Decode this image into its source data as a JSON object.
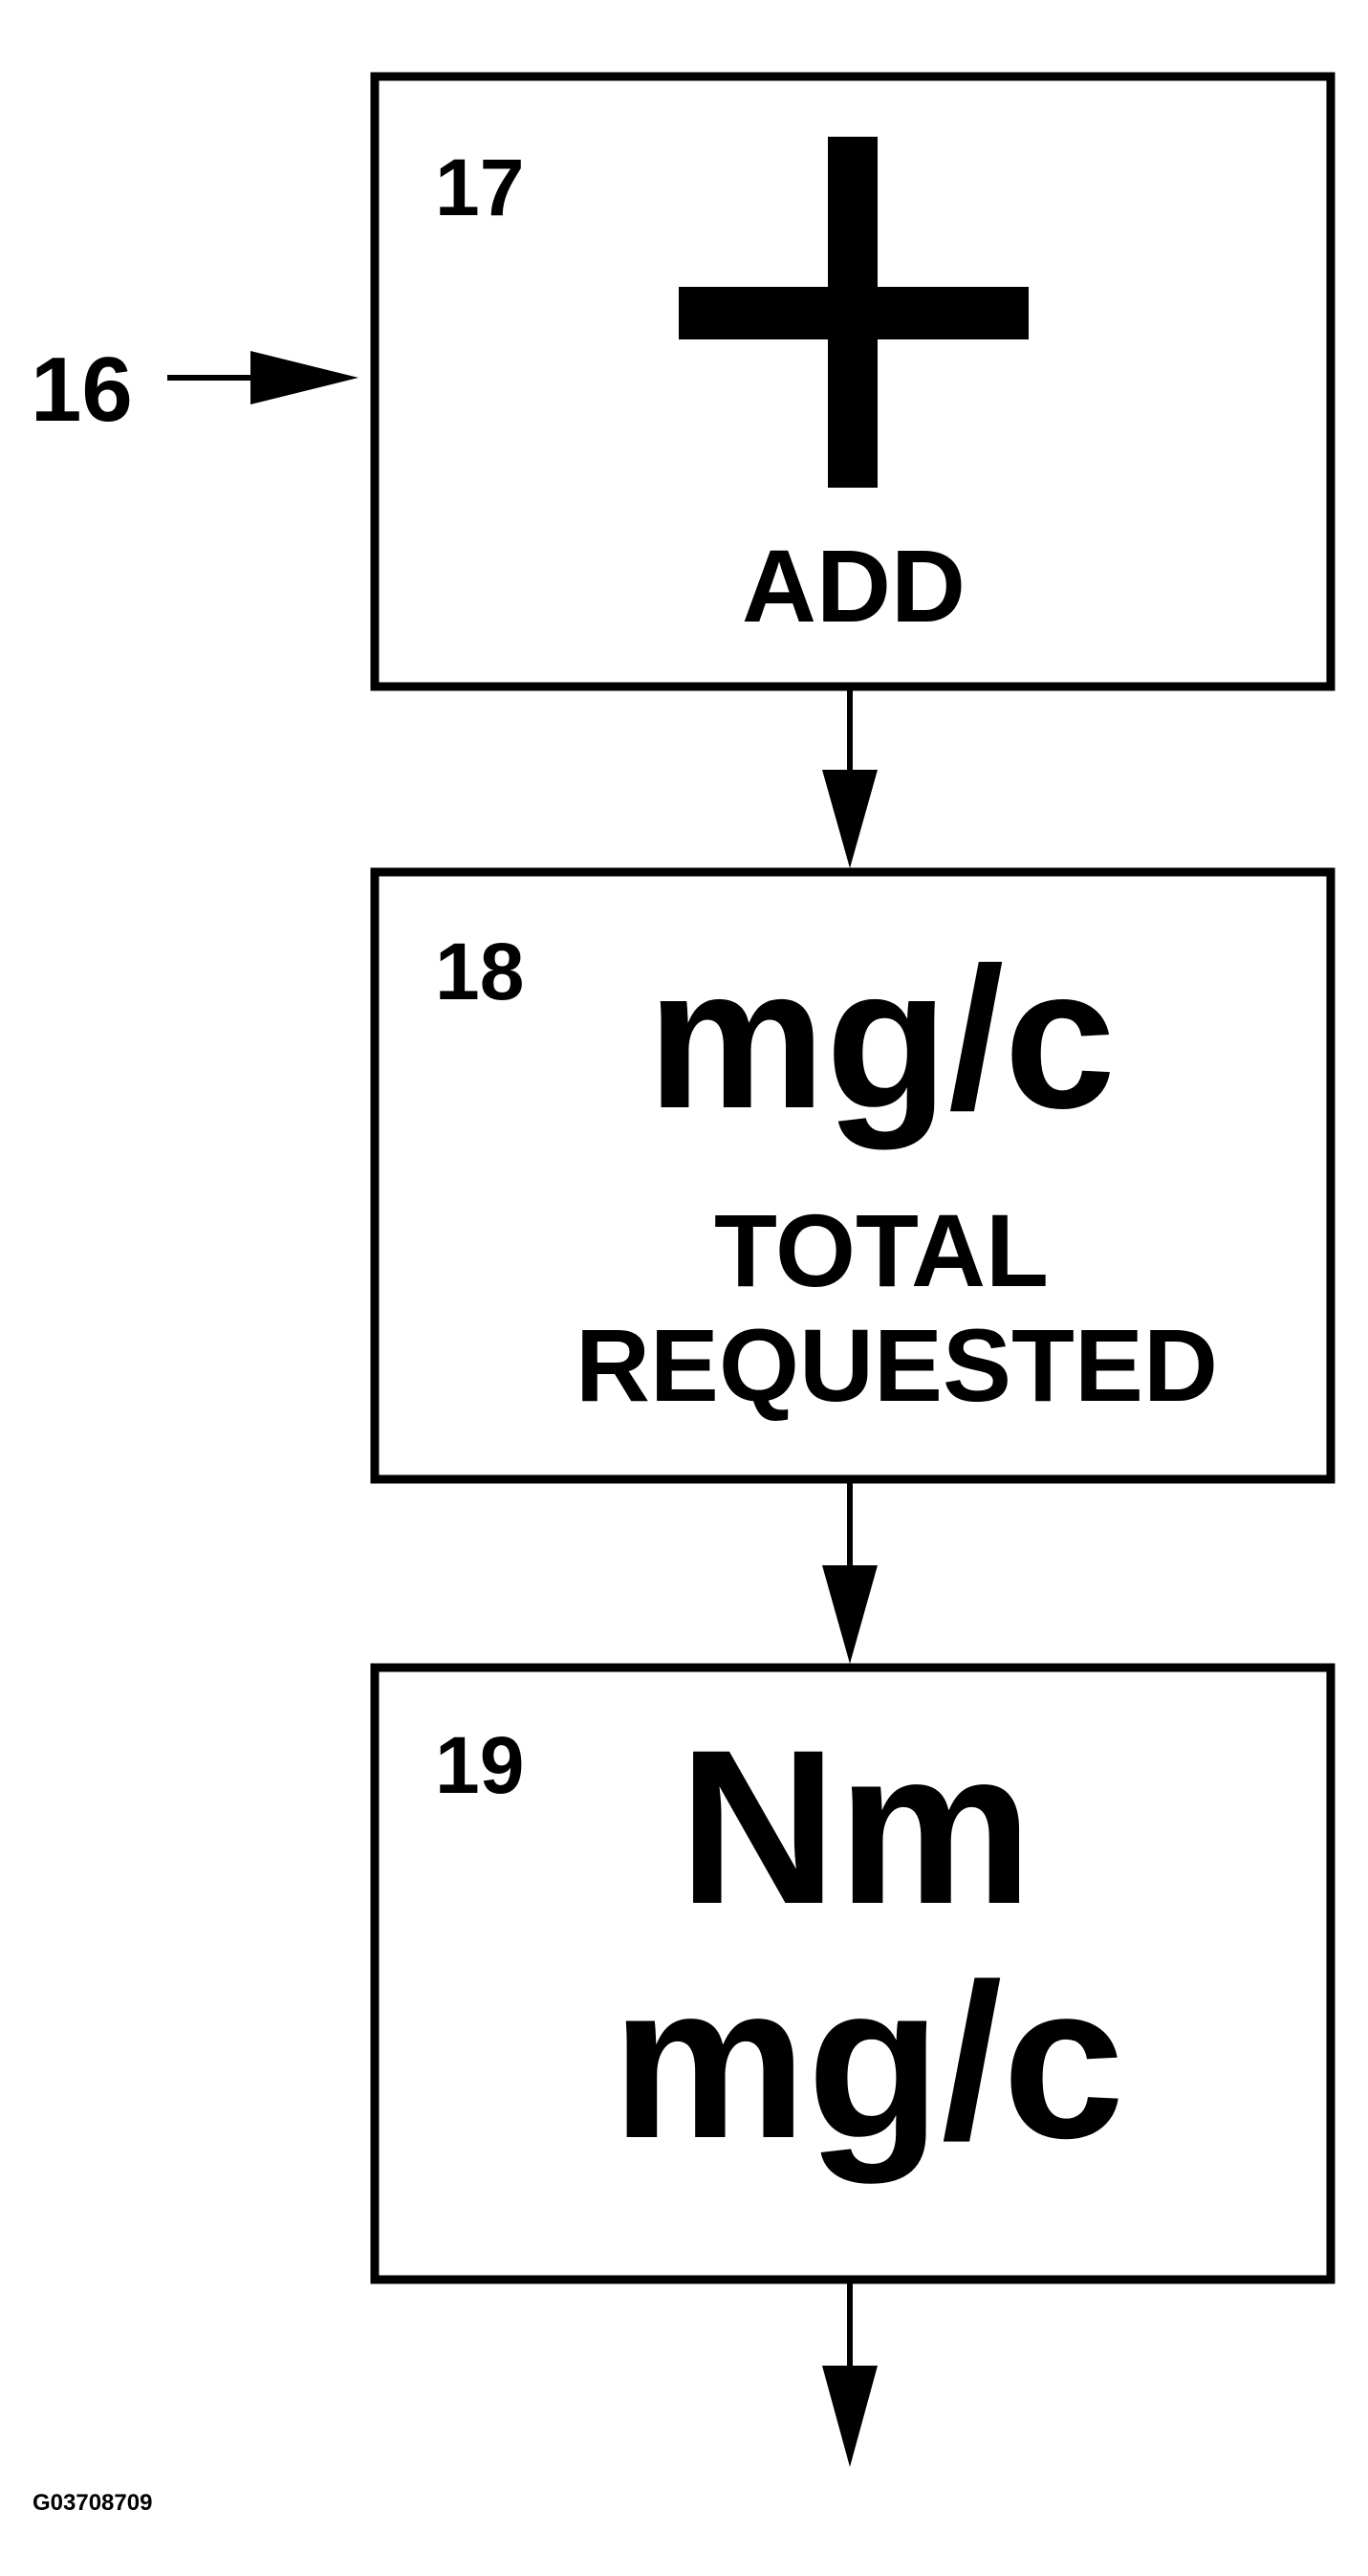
{
  "input_ref": "16",
  "blocks": [
    {
      "ref": "17",
      "symbol": "+",
      "label": "ADD"
    },
    {
      "ref": "18",
      "value": "mg/c",
      "label_line1": "TOTAL",
      "label_line2": "REQUESTED"
    },
    {
      "ref": "19",
      "value_line1": "Nm",
      "value_line2": "mg/c"
    }
  ],
  "figure_code": "G03708709",
  "colors": {
    "ink": "#000000",
    "background": "#ffffff"
  }
}
